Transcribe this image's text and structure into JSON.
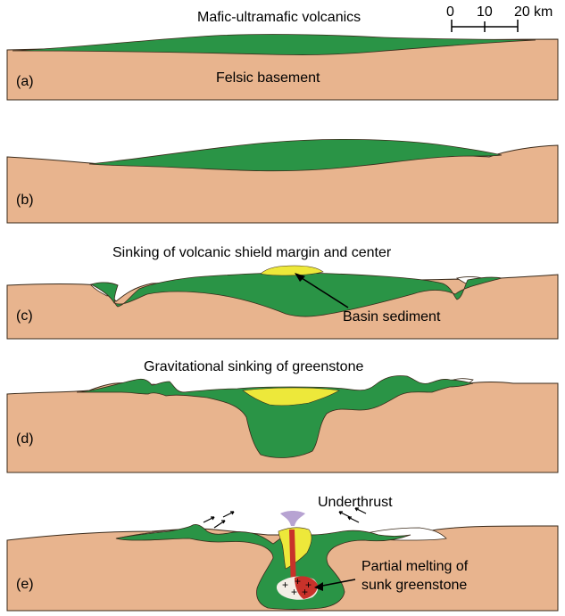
{
  "colors": {
    "basement": "#E8B48E",
    "greenstone": "#2A9446",
    "sediment": "#EDE83A",
    "melt_red": "#C8322A",
    "melt_white": "#F4EEE6",
    "plume": "#B7A3D2",
    "outline": "#3A2A1A"
  },
  "scale_bar": {
    "ticks": [
      "0",
      "10",
      "20"
    ],
    "unit": "km"
  },
  "panels": [
    {
      "letter": "(a)",
      "labels": {
        "top": "Mafic-ultramafic volcanics",
        "basement": "Felsic basement"
      }
    },
    {
      "letter": "(b)"
    },
    {
      "letter": "(c)",
      "labels": {
        "title": "Sinking of volcanic shield margin and center",
        "sediment": "Basin sediment"
      }
    },
    {
      "letter": "(d)",
      "labels": {
        "title": "Gravitational sinking of greenstone"
      }
    },
    {
      "letter": "(e)",
      "labels": {
        "thrust": "Underthrust",
        "melt_line1": "Partial melting of",
        "melt_line2": "sunk greenstone"
      }
    }
  ]
}
